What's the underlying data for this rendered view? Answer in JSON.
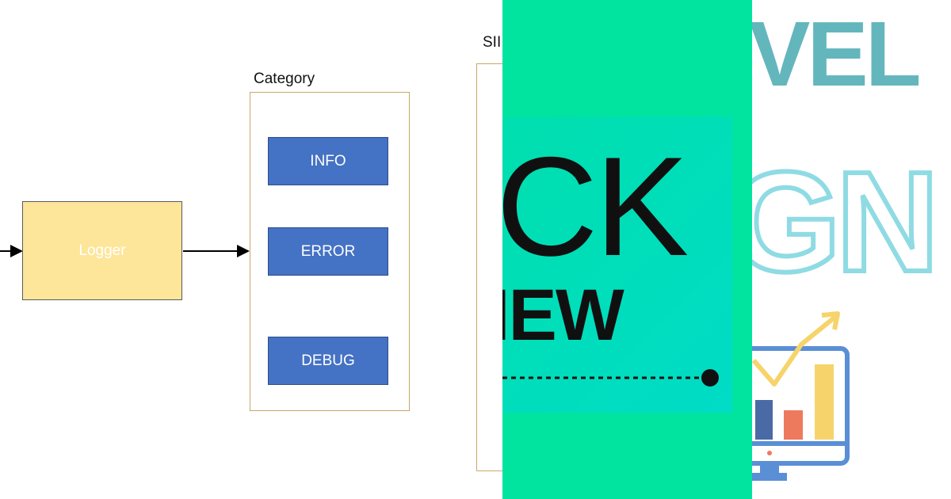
{
  "diagram": {
    "logger_label": "Logger",
    "category_label": "Category",
    "categories": [
      "INFO",
      "ERROR",
      "DEBUG"
    ],
    "sink_label_partial": "SII"
  },
  "middle_panel": {
    "line1": "CK",
    "line2": "IEW"
  },
  "right_panel": {
    "top_text": "VEL",
    "middle_text": "GN"
  },
  "colors": {
    "logger_fill": "#fde69a",
    "category_button": "#4472c4",
    "frame_border": "#c9a86a",
    "green_bg": "#00e49f",
    "teal_text": "#64b6bd",
    "outline_text": "#8fdbe3",
    "bar_blue": "#4a6aa6",
    "bar_orange": "#ee7a5e",
    "bar_yellow": "#f6d46b",
    "monitor": "#5a8fd6"
  }
}
